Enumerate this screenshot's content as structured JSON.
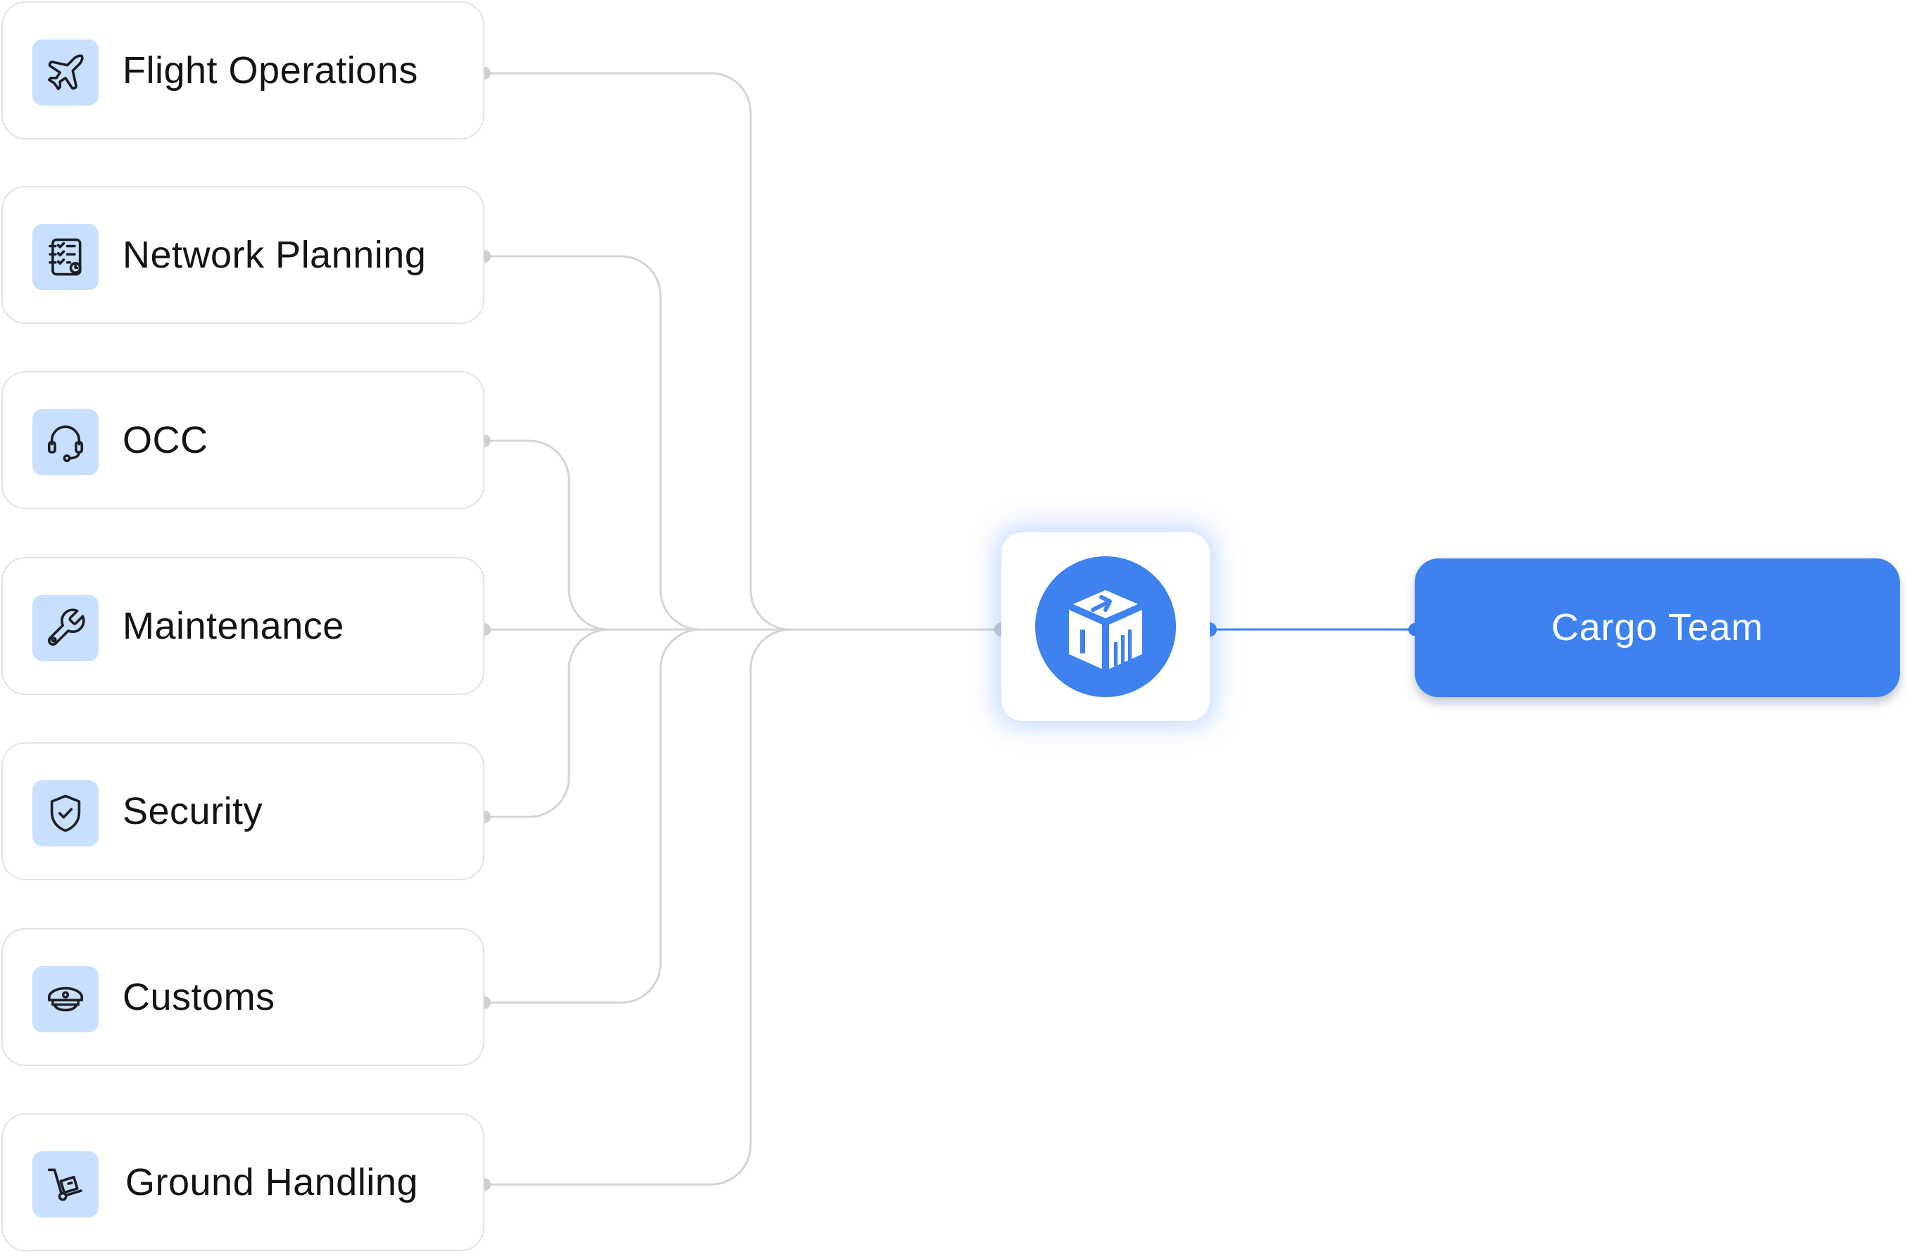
{
  "sources": [
    {
      "label": "Flight Operations",
      "icon": "plane-icon"
    },
    {
      "label": "Network Planning",
      "icon": "checklist-icon"
    },
    {
      "label": "OCC",
      "icon": "headset-icon"
    },
    {
      "label": "Maintenance",
      "icon": "wrench-icon"
    },
    {
      "label": "Security",
      "icon": "shield-check-icon"
    },
    {
      "label": "Customs",
      "icon": "officer-cap-icon"
    },
    {
      "label": "Ground Handling",
      "icon": "hand-truck-icon"
    }
  ],
  "hub": {
    "icon": "cargo-box-logo-icon"
  },
  "target": {
    "label": "Cargo Team"
  },
  "colors": {
    "accent": "#3d82ee",
    "icon_background": "#c8e0fd",
    "connector_gray": "#d7d3d3",
    "connector_blue": "#3d82ee"
  }
}
